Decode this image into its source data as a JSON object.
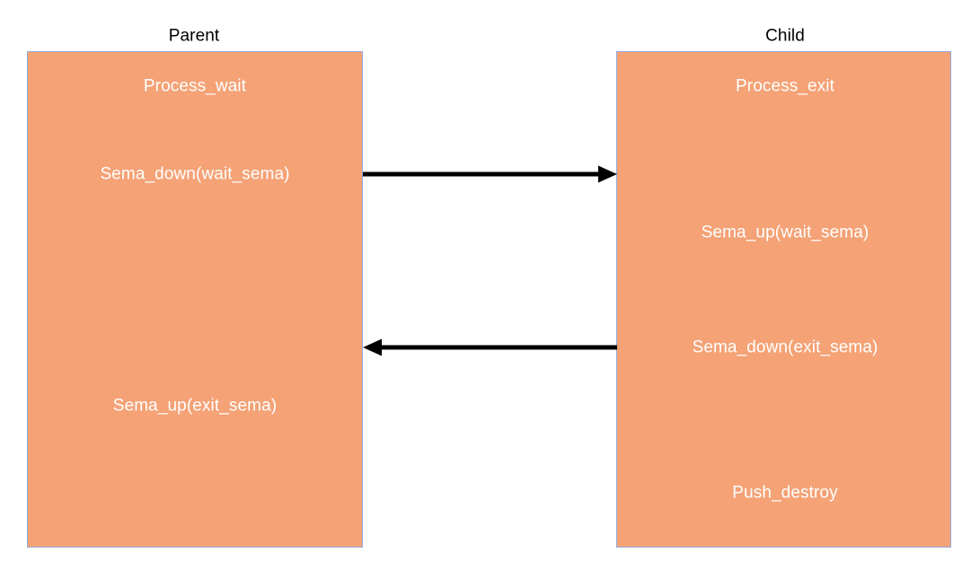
{
  "diagram": {
    "title_parent": "Parent",
    "title_child": "Child",
    "colors": {
      "box_fill": "#f4a276",
      "box_border": "#8faadc",
      "box_text": "#ffffff",
      "title_text": "#000000",
      "arrow": "#000000",
      "background": "#ffffff"
    },
    "columns": [
      {
        "name": "parent",
        "title": "Parent",
        "steps": [
          "Process_wait",
          "Sema_down(wait_sema)",
          "Sema_up(exit_sema)"
        ]
      },
      {
        "name": "child",
        "title": "Child",
        "steps": [
          "Process_exit",
          "Sema_up(wait_sema)",
          "Sema_down(exit_sema)",
          "Push_destroy"
        ]
      }
    ],
    "arrows": [
      {
        "name": "wait-sema",
        "direction": "right",
        "from": "parent",
        "to": "child",
        "from_step": "Sema_down(wait_sema)",
        "to_step": "Process_exit"
      },
      {
        "name": "exit-sema",
        "direction": "left",
        "from": "child",
        "to": "parent",
        "from_step": "Sema_down(exit_sema)",
        "to_step": "Sema_up(exit_sema)"
      }
    ]
  }
}
